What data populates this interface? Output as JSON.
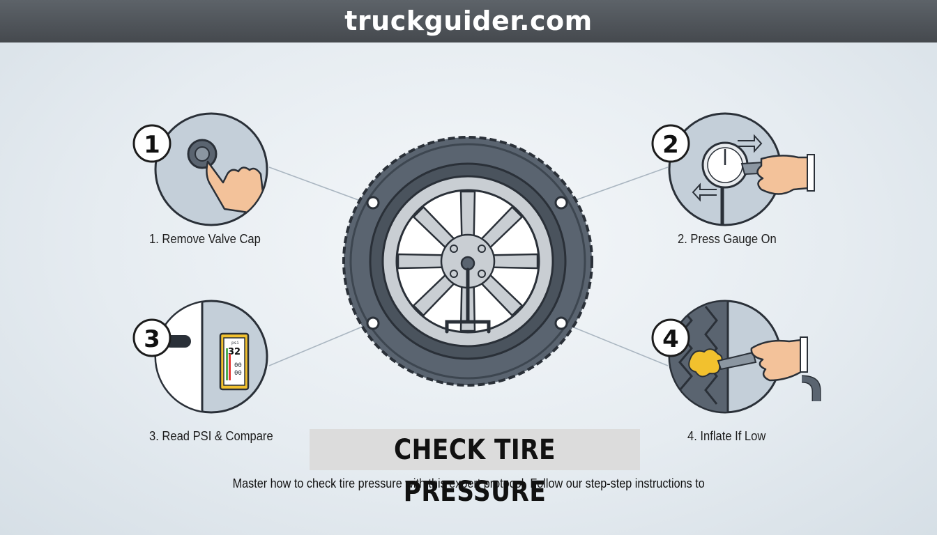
{
  "header": {
    "site": "truckguider.com"
  },
  "title": "CHECK TIRE PRESSURE",
  "subtitle": "Master how to check tire pressure with this expert protocol. Follow our step-step instructions to",
  "steps": [
    {
      "number": "1",
      "label": "1. Remove Valve Cap"
    },
    {
      "number": "2",
      "label": "2. Press Gauge On"
    },
    {
      "number": "3",
      "label": "3. Read PSI & Compare"
    },
    {
      "number": "4",
      "label": "4. Inflate If Low"
    }
  ],
  "gauge_display": {
    "reading": "32",
    "unit": "psi",
    "rows": [
      "00",
      "00"
    ]
  },
  "icons": [
    "valve-cap-icon",
    "pressure-gauge-icon",
    "tpms-display-icon",
    "air-inflator-icon",
    "tire-wheel-icon"
  ],
  "colors": {
    "banner": "#4d5257",
    "tire": "#5a6470",
    "rim": "#c9ced3",
    "outline": "#2a3038",
    "circle_fill": "#c4cfd9",
    "inflator_air": "#f2c12e",
    "screen": "#f2c12e"
  }
}
